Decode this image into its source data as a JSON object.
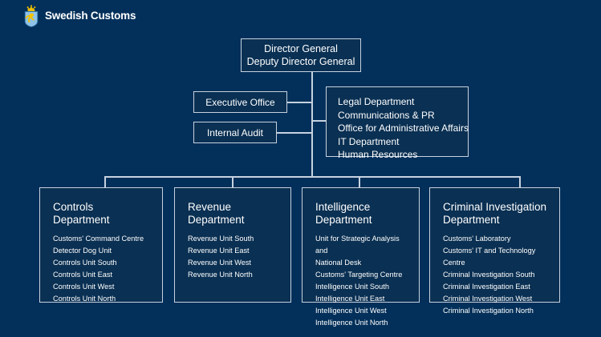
{
  "brand": {
    "name": "Swedish Customs",
    "emblem_icon": "swedish-customs-crest-icon",
    "crown_color": "#f2c200",
    "shield_color": "#8fc3e8",
    "figure_color": "#f2c200"
  },
  "colors": {
    "background": "#03305a",
    "box_fill": "#0a3053",
    "border": "#c6d2e0",
    "text": "#ffffff"
  },
  "org": {
    "top": {
      "line1": "Director General",
      "line2": "Deputy Director General"
    },
    "side": [
      {
        "label": "Executive Office"
      },
      {
        "label": "Internal Audit"
      }
    ],
    "staff": {
      "items": [
        "Legal Department",
        "Communications & PR",
        "Office for Administrative Affairs",
        "IT Department",
        "Human Resources"
      ]
    },
    "departments": [
      {
        "title": "Controls\nDepartment",
        "units": [
          "Customs' Command Centre",
          "Detector Dog Unit",
          "Controls Unit South",
          "Controls Unit East",
          "Controls Unit West",
          "Controls Unit North"
        ]
      },
      {
        "title": "Revenue\nDepartment",
        "units": [
          "Revenue Unit South",
          "Revenue Unit East",
          "Revenue Unit West",
          "Revenue Unit North"
        ]
      },
      {
        "title": "Intelligence\nDepartment",
        "units": [
          "Unit for Strategic Analysis and\nNational Desk",
          "Customs' Targeting Centre",
          "Intelligence Unit South",
          "Intelligence Unit East",
          "Intelligence Unit West",
          "Intelligence Unit North"
        ]
      },
      {
        "title": "Criminal Investigation\nDepartment",
        "units": [
          "Customs' Laboratory",
          "Customs' IT and Technology Centre",
          "Criminal Investigation South",
          "Criminal Investigation East",
          "Criminal Investigation West",
          "Criminal Investigation North"
        ]
      }
    ]
  }
}
